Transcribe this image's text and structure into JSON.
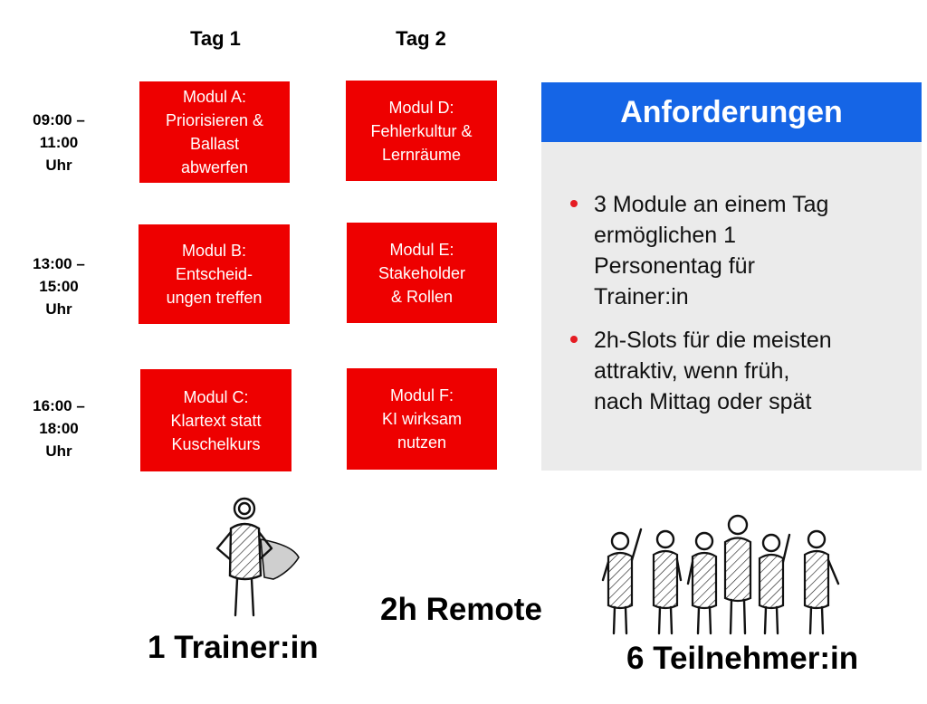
{
  "days": [
    "Tag 1",
    "Tag 2"
  ],
  "times": [
    "09:00 –\n11:00\nUhr",
    "13:00 –\n15:00\nUhr",
    "16:00 –\n18:00\nUhr"
  ],
  "modules": [
    "Modul A:\nPriorisieren &\nBallast\nabwerfen",
    "Modul D:\nFehlerkultur &\nLernräume",
    "Modul B:\nEntscheid-\nungen treffen",
    "Modul E:\nStakeholder\n& Rollen",
    "Modul C:\nKlartext statt\nKuschelkurs",
    "Modul F:\nKI wirksam\nnutzen"
  ],
  "requirements": {
    "title": "Anforderungen",
    "items": [
      "3 Module an einem Tag\nermöglichen 1\nPersonentag für\nTrainer:in",
      "2h-Slots für die meisten\nattraktiv, wenn früh,\nnach Mittag oder spät"
    ]
  },
  "labels": {
    "trainer": "1 Trainer:in",
    "remote": "2h Remote",
    "participants": "6 Teilnehmer:in"
  },
  "colors": {
    "module_red": "#ee0000",
    "header_blue": "#1565e6",
    "panel_gray": "#ebebeb",
    "bullet_red": "#e51c23"
  }
}
